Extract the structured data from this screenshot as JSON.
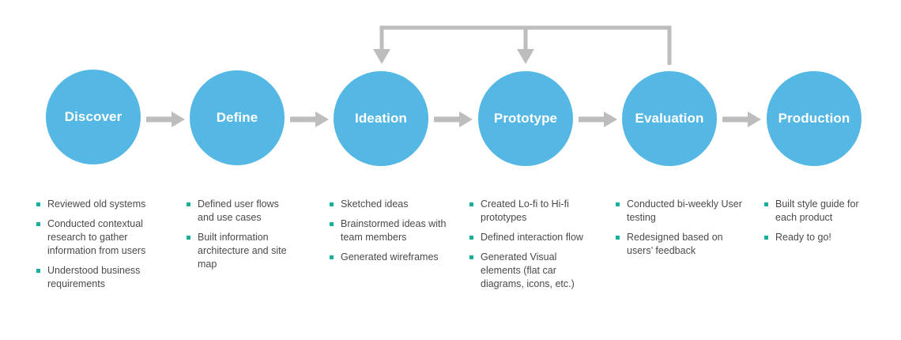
{
  "colors": {
    "stage_fill": "#55b7e4",
    "stage_text": "#ffffff",
    "arrow": "#bdbdbd",
    "bullet": "#1aae9f",
    "note_text": "#4a4a4a"
  },
  "stages": [
    {
      "label": "Discover",
      "notes": [
        "Reviewed old systems",
        "Conducted contextual research to gather information from users",
        "Understood business requirements"
      ]
    },
    {
      "label": "Define",
      "notes": [
        "Defined user flows and use cases",
        "Built information architecture and site map"
      ]
    },
    {
      "label": "Ideation",
      "notes": [
        "Sketched ideas",
        "Brainstormed ideas with team members",
        "Generated wireframes"
      ]
    },
    {
      "label": "Prototype",
      "notes": [
        "Created Lo-fi to Hi-fi prototypes",
        "Defined interaction flow",
        "Generated Visual elements (flat car diagrams, icons, etc.)"
      ]
    },
    {
      "label": "Evaluation",
      "notes": [
        "Conducted bi-weekly User testing",
        "Redesigned based on users’ feedback"
      ]
    },
    {
      "label": "Production",
      "notes": [
        "Built style guide for each product",
        "Ready to go!"
      ]
    }
  ]
}
